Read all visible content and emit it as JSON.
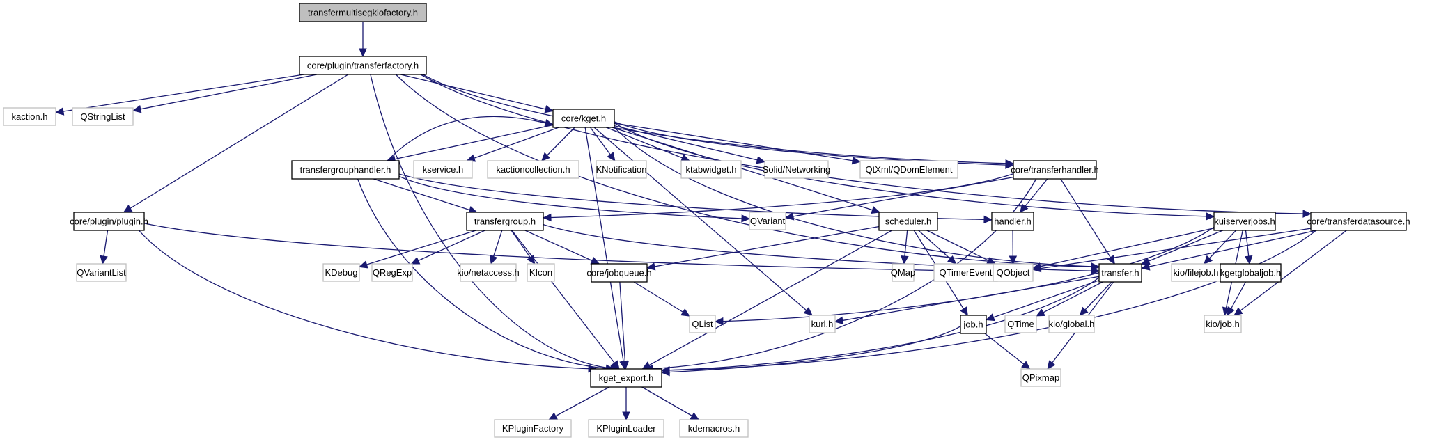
{
  "title": "transfermultisegkiofactory.h include dependency graph",
  "colors": {
    "edge": "#191970",
    "root_fill": "#bfbfbf",
    "local_border": "#000000",
    "external_border": "#bfbfbf"
  },
  "nodes": [
    {
      "id": "root",
      "label": "transfermultisegkiofactory.h",
      "kind": "root"
    },
    {
      "id": "transferfactory",
      "label": "core/plugin/transferfactory.h",
      "kind": "local"
    },
    {
      "id": "kaction",
      "label": "kaction.h",
      "kind": "external"
    },
    {
      "id": "qstringlist",
      "label": "QStringList",
      "kind": "external"
    },
    {
      "id": "kget",
      "label": "core/kget.h",
      "kind": "local"
    },
    {
      "id": "transfergrouphandler",
      "label": "transfergrouphandler.h",
      "kind": "local"
    },
    {
      "id": "kservice",
      "label": "kservice.h",
      "kind": "external"
    },
    {
      "id": "kactioncollection",
      "label": "kactioncollection.h",
      "kind": "external"
    },
    {
      "id": "knotification",
      "label": "KNotification",
      "kind": "external"
    },
    {
      "id": "ktabwidget",
      "label": "ktabwidget.h",
      "kind": "external"
    },
    {
      "id": "solid",
      "label": "Solid/Networking",
      "kind": "external"
    },
    {
      "id": "qdomelement",
      "label": "QtXml/QDomElement",
      "kind": "external"
    },
    {
      "id": "transferhandler",
      "label": "core/transferhandler.h",
      "kind": "local"
    },
    {
      "id": "plugin",
      "label": "core/plugin/plugin.h",
      "kind": "local"
    },
    {
      "id": "transfergroup",
      "label": "transfergroup.h",
      "kind": "local"
    },
    {
      "id": "qvariant",
      "label": "QVariant",
      "kind": "external"
    },
    {
      "id": "scheduler",
      "label": "scheduler.h",
      "kind": "local"
    },
    {
      "id": "handler",
      "label": "handler.h",
      "kind": "local"
    },
    {
      "id": "kuiserverjobs",
      "label": "kuiserverjobs.h",
      "kind": "local"
    },
    {
      "id": "transferdatasource",
      "label": "core/transferdatasource.h",
      "kind": "local"
    },
    {
      "id": "qvariantlist",
      "label": "QVariantList",
      "kind": "external"
    },
    {
      "id": "kdebug",
      "label": "KDebug",
      "kind": "external"
    },
    {
      "id": "qregexp",
      "label": "QRegExp",
      "kind": "external"
    },
    {
      "id": "netaccess",
      "label": "kio/netaccess.h",
      "kind": "external"
    },
    {
      "id": "kicon",
      "label": "KIcon",
      "kind": "external"
    },
    {
      "id": "jobqueue",
      "label": "core/jobqueue.h",
      "kind": "local"
    },
    {
      "id": "qmap",
      "label": "QMap",
      "kind": "external"
    },
    {
      "id": "qtimerevent",
      "label": "QTimerEvent",
      "kind": "external"
    },
    {
      "id": "qobject",
      "label": "QObject",
      "kind": "external"
    },
    {
      "id": "transfer",
      "label": "transfer.h",
      "kind": "local"
    },
    {
      "id": "filejob",
      "label": "kio/filejob.h",
      "kind": "external"
    },
    {
      "id": "kgetglobaljob",
      "label": "kgetglobaljob.h",
      "kind": "local"
    },
    {
      "id": "qlist",
      "label": "QList",
      "kind": "external"
    },
    {
      "id": "kurl",
      "label": "kurl.h",
      "kind": "external"
    },
    {
      "id": "job",
      "label": "job.h",
      "kind": "local"
    },
    {
      "id": "qtime",
      "label": "QTime",
      "kind": "external"
    },
    {
      "id": "kioglobal",
      "label": "kio/global.h",
      "kind": "external"
    },
    {
      "id": "kiojob",
      "label": "kio/job.h",
      "kind": "external"
    },
    {
      "id": "kgetexport",
      "label": "kget_export.h",
      "kind": "local"
    },
    {
      "id": "qpixmap",
      "label": "QPixmap",
      "kind": "external"
    },
    {
      "id": "kpluginfactory",
      "label": "KPluginFactory",
      "kind": "external"
    },
    {
      "id": "kpluginloader",
      "label": "KPluginLoader",
      "kind": "external"
    },
    {
      "id": "kdemacros",
      "label": "kdemacros.h",
      "kind": "external"
    }
  ],
  "edges": [
    [
      "root",
      "transferfactory"
    ],
    [
      "transferfactory",
      "kaction"
    ],
    [
      "transferfactory",
      "qstringlist"
    ],
    [
      "transferfactory",
      "kget"
    ],
    [
      "transferfactory",
      "plugin"
    ],
    [
      "transferfactory",
      "kgetexport"
    ],
    [
      "transferfactory",
      "transferhandler"
    ],
    [
      "transferfactory",
      "transfer"
    ],
    [
      "transferfactory",
      "transferdatasource"
    ],
    [
      "kget",
      "transfergrouphandler"
    ],
    [
      "kget",
      "kservice"
    ],
    [
      "kget",
      "kactioncollection"
    ],
    [
      "kget",
      "knotification"
    ],
    [
      "kget",
      "ktabwidget"
    ],
    [
      "kget",
      "solid"
    ],
    [
      "kget",
      "qdomelement"
    ],
    [
      "kget",
      "transferhandler"
    ],
    [
      "kget",
      "scheduler"
    ],
    [
      "kget",
      "kuiserverjobs"
    ],
    [
      "kget",
      "transfer"
    ],
    [
      "kget",
      "kgetexport"
    ],
    [
      "kget",
      "kurl"
    ],
    [
      "transfergrouphandler",
      "kget"
    ],
    [
      "transfergrouphandler",
      "transfergroup"
    ],
    [
      "transfergrouphandler",
      "qvariant"
    ],
    [
      "transfergrouphandler",
      "handler"
    ],
    [
      "transfergrouphandler",
      "kgetexport"
    ],
    [
      "transferhandler",
      "transfergroup"
    ],
    [
      "transferhandler",
      "qvariant"
    ],
    [
      "transferhandler",
      "handler"
    ],
    [
      "transferhandler",
      "transfer"
    ],
    [
      "transferhandler",
      "kgetexport"
    ],
    [
      "plugin",
      "qvariantlist"
    ],
    [
      "plugin",
      "qobject"
    ],
    [
      "plugin",
      "kgetexport"
    ],
    [
      "transfergroup",
      "kdebug"
    ],
    [
      "transfergroup",
      "qregexp"
    ],
    [
      "transfergroup",
      "netaccess"
    ],
    [
      "transfergroup",
      "kicon"
    ],
    [
      "transfergroup",
      "jobqueue"
    ],
    [
      "transfergroup",
      "transfer"
    ],
    [
      "transfergroup",
      "kgetexport"
    ],
    [
      "scheduler",
      "jobqueue"
    ],
    [
      "scheduler",
      "qmap"
    ],
    [
      "scheduler",
      "qtimerevent"
    ],
    [
      "scheduler",
      "qobject"
    ],
    [
      "scheduler",
      "job"
    ],
    [
      "scheduler",
      "kgetexport"
    ],
    [
      "handler",
      "qobject"
    ],
    [
      "kuiserverjobs",
      "qobject"
    ],
    [
      "kuiserverjobs",
      "transfer"
    ],
    [
      "kuiserverjobs",
      "filejob"
    ],
    [
      "kuiserverjobs",
      "kgetglobaljob"
    ],
    [
      "kuiserverjobs",
      "kiojob"
    ],
    [
      "kuiserverjobs",
      "qlist"
    ],
    [
      "transferdatasource",
      "qobject"
    ],
    [
      "transferdatasource",
      "transfer"
    ],
    [
      "transferdatasource",
      "kiojob"
    ],
    [
      "transferdatasource",
      "kgetexport"
    ],
    [
      "jobqueue",
      "qlist"
    ],
    [
      "jobqueue",
      "kgetexport"
    ],
    [
      "transfer",
      "job"
    ],
    [
      "transfer",
      "qtime"
    ],
    [
      "transfer",
      "kioglobal"
    ],
    [
      "transfer",
      "qpixmap"
    ],
    [
      "transfer",
      "kurl"
    ],
    [
      "transfer",
      "kgetexport"
    ],
    [
      "kgetglobaljob",
      "kiojob"
    ],
    [
      "job",
      "qpixmap"
    ],
    [
      "job",
      "kgetexport"
    ],
    [
      "kgetexport",
      "kpluginfactory"
    ],
    [
      "kgetexport",
      "kpluginloader"
    ],
    [
      "kgetexport",
      "kdemacros"
    ]
  ]
}
